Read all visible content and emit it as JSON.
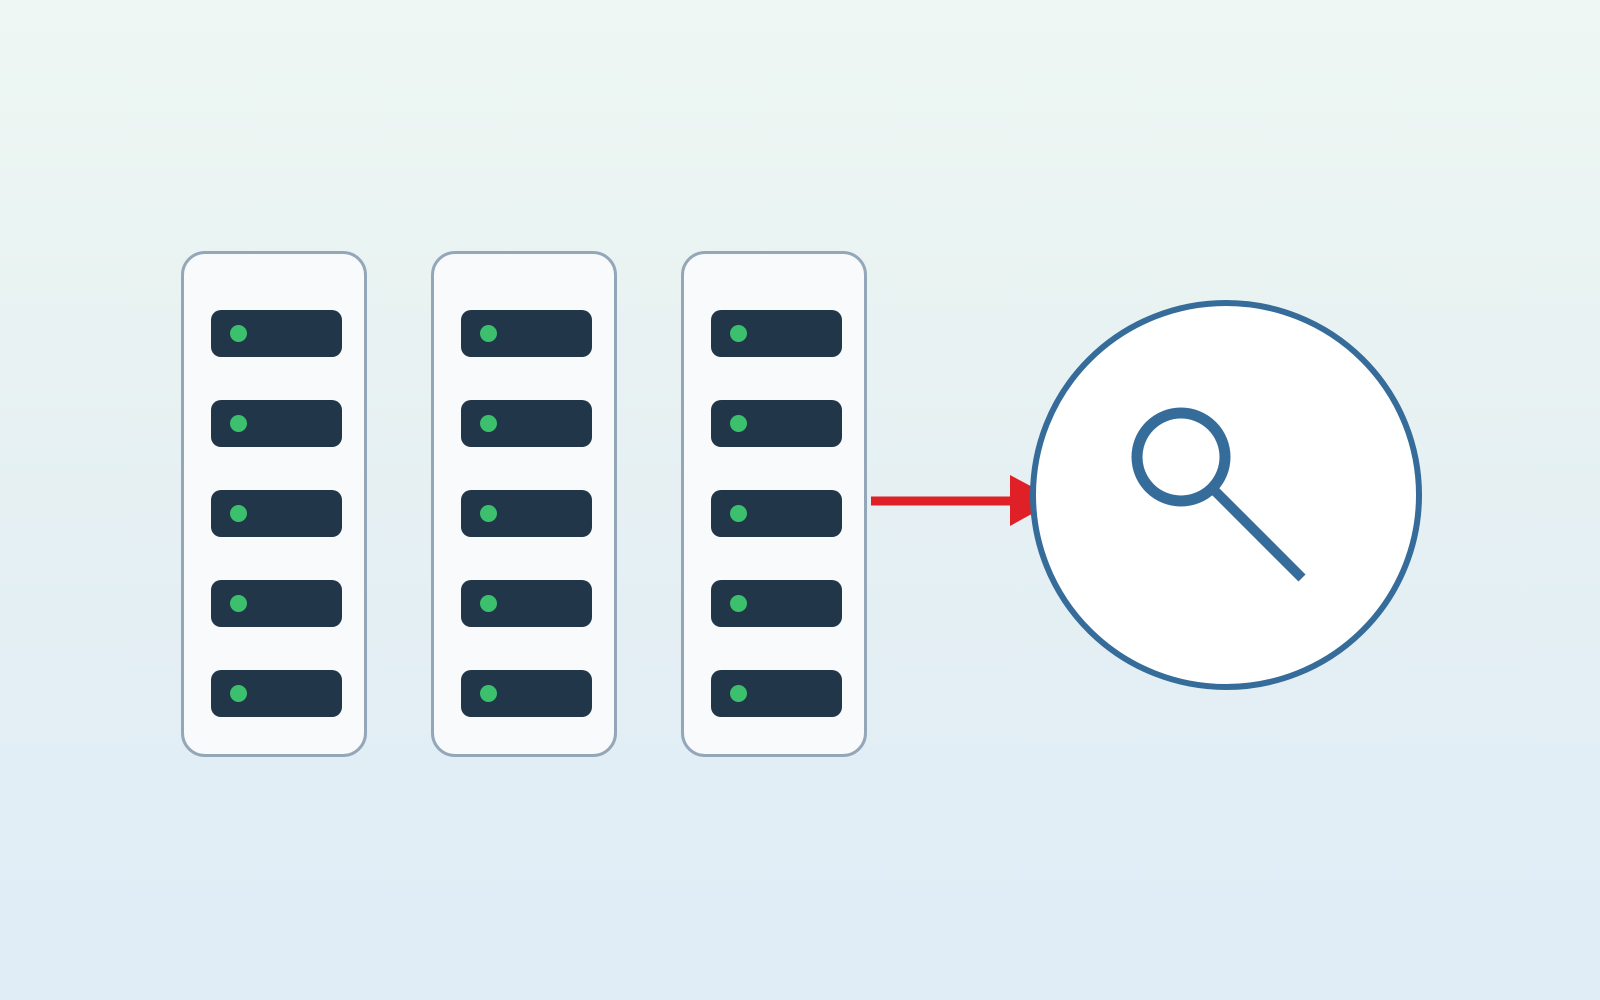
{
  "diagram": {
    "type": "server-racks-to-search-inspection",
    "racks": [
      {
        "slots": [
          "server-unit",
          "server-unit",
          "server-unit",
          "server-unit",
          "server-unit"
        ]
      },
      {
        "slots": [
          "server-unit",
          "server-unit",
          "server-unit",
          "server-unit",
          "server-unit"
        ]
      },
      {
        "slots": [
          "server-unit",
          "server-unit",
          "server-unit",
          "server-unit",
          "server-unit"
        ]
      }
    ],
    "connector": {
      "from": "rack-3",
      "to": "search-node",
      "icon": "arrow-right-icon"
    },
    "target": {
      "icon": "search-icon"
    }
  },
  "colors": {
    "rack_fill": "#f9fafb",
    "rack_border": "#94a7b8",
    "server_unit": "#213649",
    "status_led": "#3cc06e",
    "arrow": "#e02027",
    "search_ring": "#356c9a",
    "search_fill": "#ffffff"
  }
}
